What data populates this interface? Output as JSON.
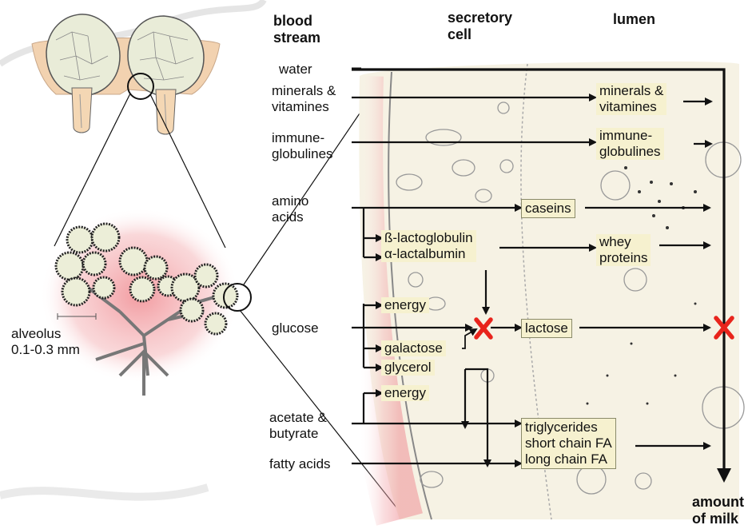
{
  "headers": {
    "blood_stream_1": "blood",
    "blood_stream_2": "stream",
    "secretory_1": "secretory",
    "secretory_2": "cell",
    "lumen": "lumen",
    "amount_1": "amount",
    "amount_2": "of milk"
  },
  "left": {
    "alveolus_1": "alveolus",
    "alveolus_2": "0.1-0.3 mm"
  },
  "inputs": {
    "water": "water",
    "minerals_1": "minerals &",
    "minerals_2": "vitamines",
    "immune_1": "immune-",
    "immune_2": "globulines",
    "amino_1": "amino",
    "amino_2": "acids",
    "glucose": "glucose",
    "acetate_1": "acetate &",
    "acetate_2": "butyrate",
    "fatty": "fatty acids"
  },
  "intermediates": {
    "b_lacto": "ß-lactoglobulin",
    "a_lact": "α-lactalbumin",
    "energy_1": "energy",
    "galactose": "galactose",
    "glycerol": "glycerol",
    "energy_2": "energy"
  },
  "products": {
    "caseins": "caseins",
    "lactose": "lactose",
    "whey_1": "whey",
    "whey_2": "proteins",
    "minerals_1": "minerals &",
    "minerals_2": "vitamines",
    "immune_1": "immune-",
    "immune_2": "globulines",
    "fat_1": "triglycerides",
    "fat_2": "short chain FA",
    "fat_3": "long chain FA"
  },
  "colors": {
    "arrow": "#111111",
    "cross": "#e8241c",
    "box_fill": "#f6f1cf",
    "blood_glow": "#f2a0a4",
    "cell_fill": "#f5f1e3"
  }
}
